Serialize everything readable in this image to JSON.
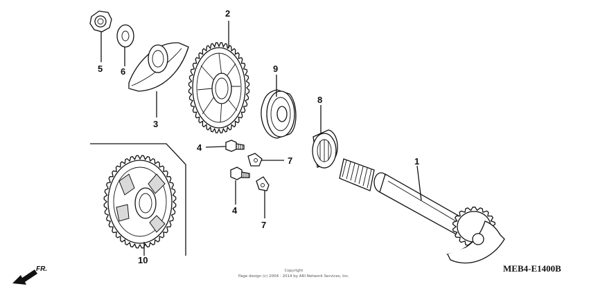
{
  "diagram": {
    "callouts": [
      {
        "id": "c1",
        "label": "1"
      },
      {
        "id": "c2",
        "label": "2"
      },
      {
        "id": "c3",
        "label": "3"
      },
      {
        "id": "c4a",
        "label": "4"
      },
      {
        "id": "c4b",
        "label": "4"
      },
      {
        "id": "c5",
        "label": "5"
      },
      {
        "id": "c6",
        "label": "6"
      },
      {
        "id": "c7a",
        "label": "7"
      },
      {
        "id": "c7b",
        "label": "7"
      },
      {
        "id": "c8",
        "label": "8"
      },
      {
        "id": "c9",
        "label": "9"
      },
      {
        "id": "c10",
        "label": "10"
      }
    ],
    "diagram_code": "MEB4-E1400B",
    "direction_label": "FR.",
    "copyright_line1": "Copyright",
    "copyright_line2": "Page design (c) 2004 - 2014 by ARI Network Services, Inc."
  }
}
